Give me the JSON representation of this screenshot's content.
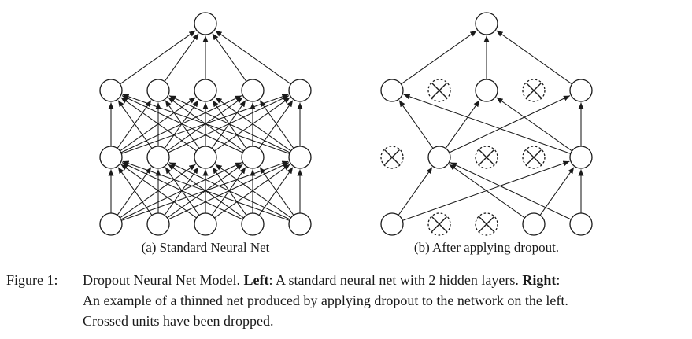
{
  "colors": {
    "ink": "#1a1a1a",
    "paper": "#ffffff"
  },
  "figure": {
    "subcaption_a": "(a) Standard Neural Net",
    "subcaption_b": "(b) After applying dropout.",
    "caption_label": "Figure 1:",
    "caption_lines": [
      [
        {
          "t": "Dropout Neural Net Model. ",
          "b": false
        },
        {
          "t": "Left",
          "b": true
        },
        {
          "t": ": A standard neural net with 2 hidden layers. ",
          "b": false
        },
        {
          "t": "Right",
          "b": true
        },
        {
          "t": ":",
          "b": false
        }
      ],
      [
        {
          "t": "An example of a thinned net produced by applying dropout to the network on the left.",
          "b": false
        }
      ],
      [
        {
          "t": "Crossed units have been dropped.",
          "b": false
        }
      ]
    ]
  },
  "networks": {
    "standard": {
      "label": "Standard Neural Net",
      "layers_bottom_to_top": [
        5,
        5,
        5,
        1
      ],
      "dropped_bottom_to_top": [
        [],
        [],
        [],
        []
      ]
    },
    "dropout": {
      "label": "After applying dropout",
      "layers_bottom_to_top": [
        5,
        5,
        5,
        1
      ],
      "dropped_bottom_to_top": [
        [
          1,
          2
        ],
        [
          0,
          2,
          3
        ],
        [
          1,
          3
        ],
        []
      ]
    }
  }
}
